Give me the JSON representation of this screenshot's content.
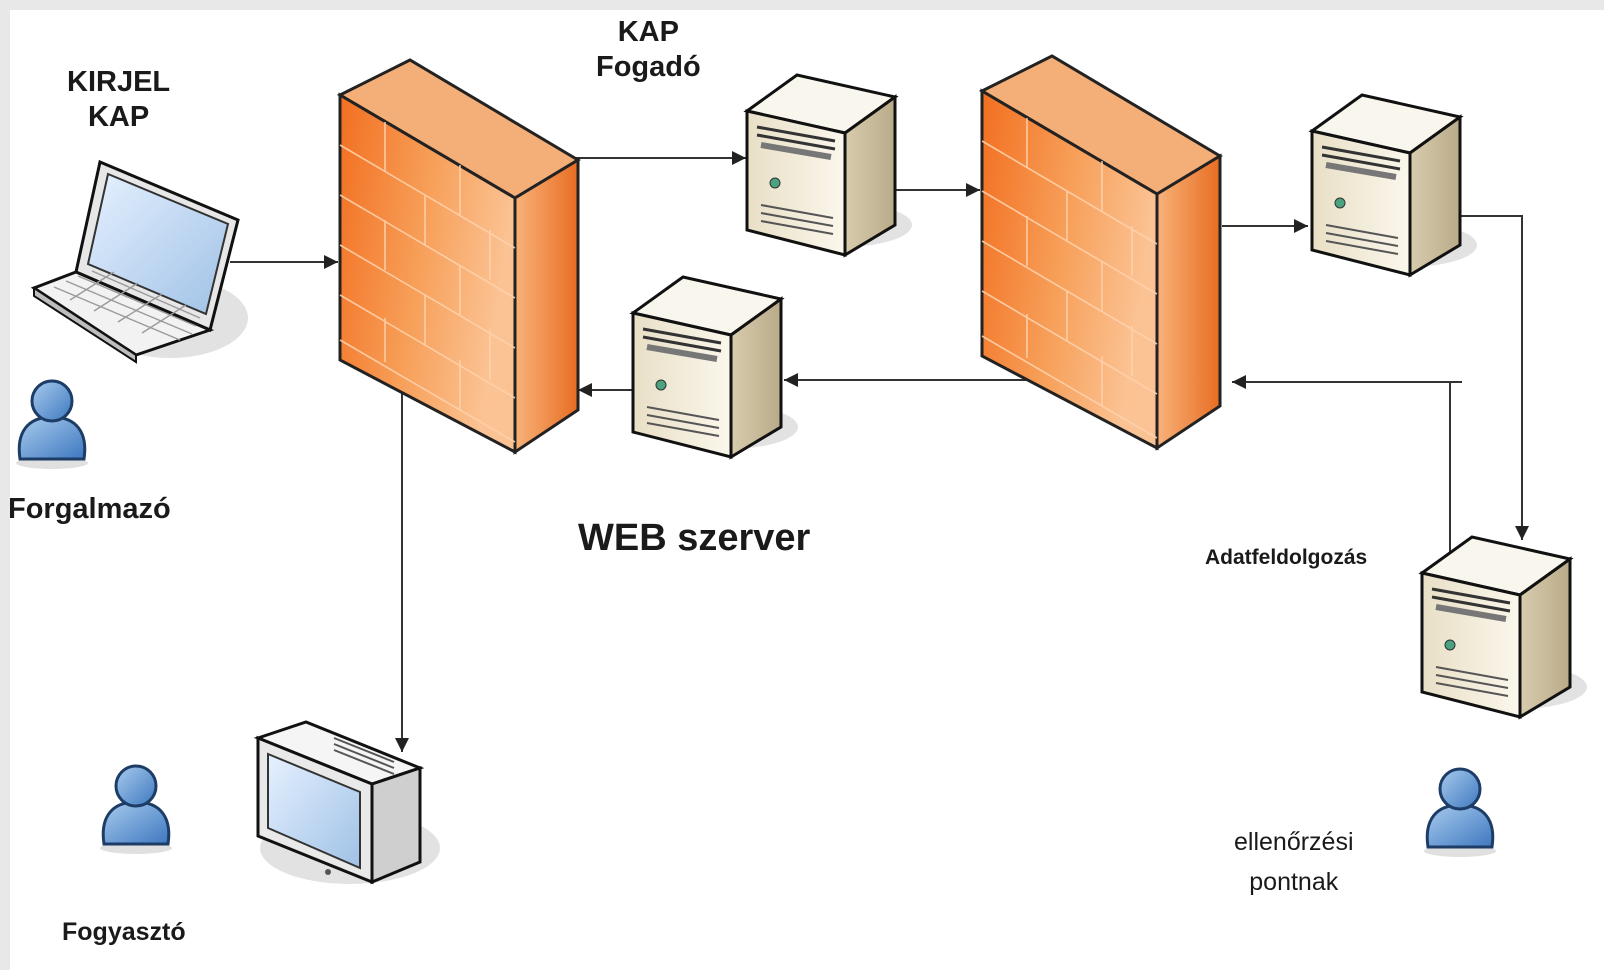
{
  "labels": {
    "kirjel_kap": [
      "KIRJEL",
      "KAP"
    ],
    "kap_fogado": [
      "KAP",
      "Fogadó"
    ],
    "forgalmazo": "Forgalmazó",
    "web_szerver": "WEB szerver",
    "adatfeldolgozas": "Adatfeldolgozás",
    "fogyaszto": "Fogyasztó",
    "ellenorzesi_pontnak": [
      "ellenőrzési",
      "pontnak"
    ]
  },
  "colors": {
    "firewall_front": "#f07a32",
    "firewall_side": "#e86a1c",
    "server_body": "#efe6cf",
    "person": "#5a93cf",
    "connector": "#333333"
  }
}
